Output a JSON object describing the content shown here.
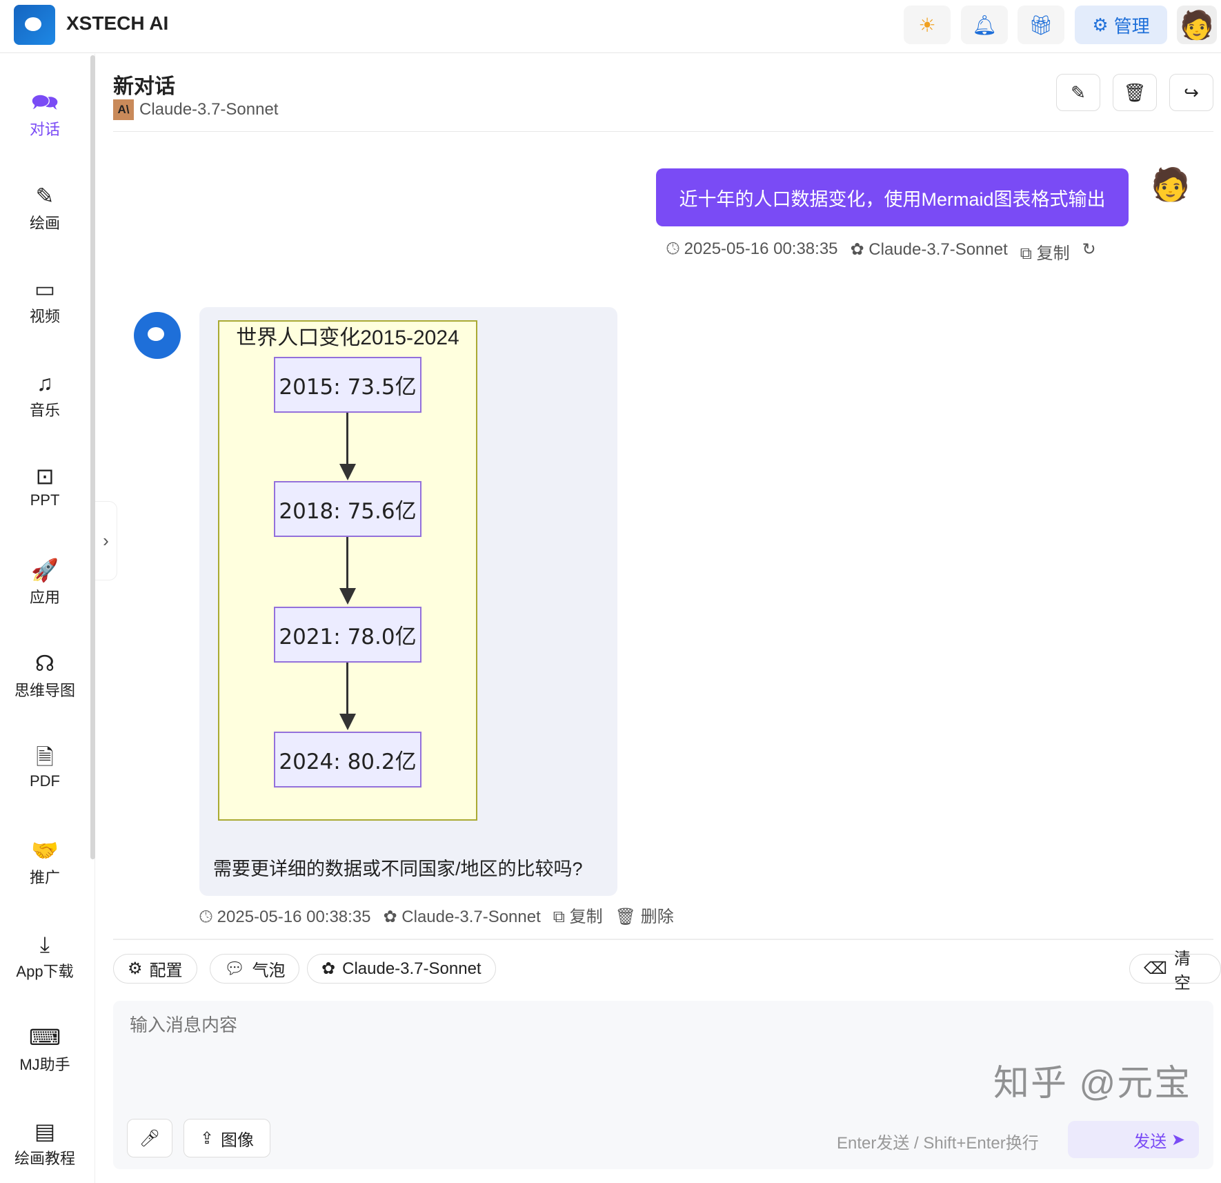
{
  "header": {
    "brand": "XSTECH AI",
    "admin_label": "管理",
    "accent": "#7a4bf5"
  },
  "sidebar": {
    "items": [
      {
        "label": "对话",
        "icon": "chat-icon",
        "glyph": "🗪"
      },
      {
        "label": "绘画",
        "icon": "brush-icon",
        "glyph": "✎"
      },
      {
        "label": "视频",
        "icon": "video-icon",
        "glyph": "▭"
      },
      {
        "label": "音乐",
        "icon": "music-icon",
        "glyph": "♫"
      },
      {
        "label": "PPT",
        "icon": "presentation-icon",
        "glyph": "⊡"
      },
      {
        "label": "应用",
        "icon": "rocket-icon",
        "glyph": "🚀"
      },
      {
        "label": "思维导图",
        "icon": "brain-icon",
        "glyph": "☊"
      },
      {
        "label": "PDF",
        "icon": "pdf-icon",
        "glyph": "🗎"
      },
      {
        "label": "推广",
        "icon": "handshake-icon",
        "glyph": "🤝"
      },
      {
        "label": "App下载",
        "icon": "download-icon",
        "glyph": "⤓"
      },
      {
        "label": "MJ助手",
        "icon": "laptop-code-icon",
        "glyph": "⌨"
      },
      {
        "label": "绘画教程",
        "icon": "book-icon",
        "glyph": "▤"
      }
    ]
  },
  "chat": {
    "title": "新对话",
    "model": "Claude-3.7-Sonnet",
    "user_message": {
      "text": "近十年的人口数据变化，使用Mermaid图表格式输出",
      "time": "2025-05-16 00:38:35",
      "model": "Claude-3.7-Sonnet",
      "copy": "复制"
    },
    "bot_message": {
      "diagram": {
        "title": "世界人口变化2015-2024",
        "nodes": [
          "2015: 73.5亿",
          "2018: 75.6亿",
          "2021: 78.0亿",
          "2024: 80.2亿"
        ]
      },
      "text": "需要更详细的数据或不同国家/地区的比较吗?",
      "time": "2025-05-16 00:38:35",
      "model": "Claude-3.7-Sonnet",
      "copy": "复制",
      "delete": "删除"
    }
  },
  "toolbar": {
    "config": "配置",
    "bubble": "气泡",
    "model": "Claude-3.7-Sonnet",
    "clear": "清空"
  },
  "input": {
    "placeholder": "输入消息内容",
    "image": "图像",
    "hint": "Enter发送 / Shift+Enter换行",
    "send": "发送"
  },
  "watermark": "知乎 @元宝"
}
